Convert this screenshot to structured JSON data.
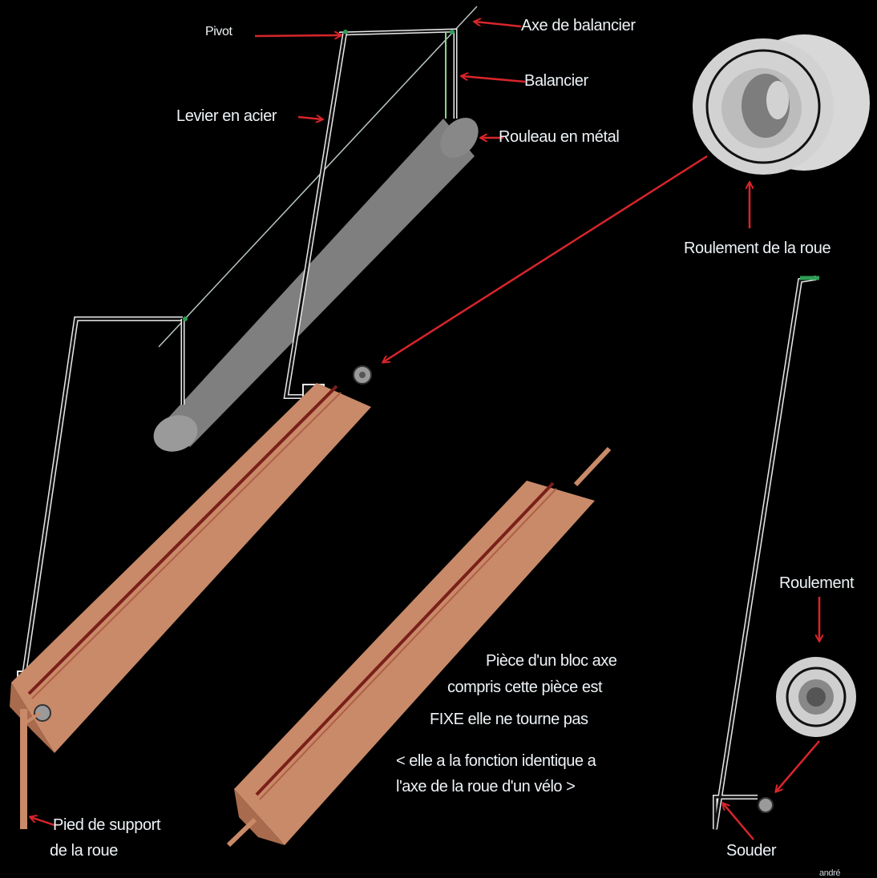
{
  "labels": {
    "pivot": "Pivot",
    "axe_balancier": "Axe de balancier",
    "balancier": "Balancier",
    "levier": "Levier en acier",
    "rouleau": "Rouleau en métal",
    "roulement_roue": "Roulement de la roue",
    "roulement": "Roulement",
    "souder": "Souder",
    "pied_line1": "Pied de support",
    "pied_line2": "de la roue",
    "signature": "andré"
  },
  "note": {
    "line1": "Pièce d'un bloc axe",
    "line2": "compris cette pièce est",
    "line3": "FIXE elle ne tourne pas",
    "line4": "< elle a la fonction  identique a",
    "line5": "l'axe de la roue d'un vélo >"
  },
  "colors": {
    "background": "#000000",
    "arrow": "#d8252a",
    "wood": "#c98a69",
    "wood_dark": "#a96b4d",
    "groove": "#7a1f1a",
    "roller": "#858585",
    "bearing": "#cfcfcf",
    "wire": "#151515",
    "wire_outline": "#e8e8e8",
    "joint": "#2f9e55"
  }
}
